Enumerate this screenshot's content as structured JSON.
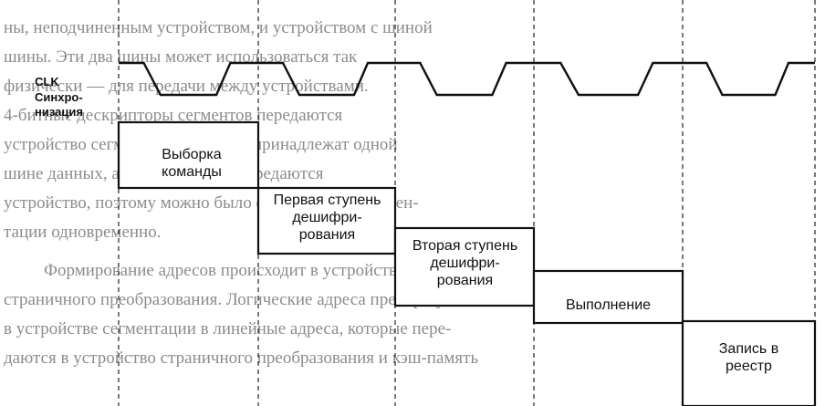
{
  "background_text": [
    "ны, неподчиненным устройством, и устройством с шиной",
    "шины. Эти два шины может использоваться так",
    "физически — для передачи между устройствами.",
    "4-битные дескрипторы сегментов передаются",
    "устройство сегментации. 32 бита принадлежат одной",
    "шине данных, а другие 32 бита передаются",
    "устройство, поэтому можно было от устройства сегмен-",
    "тации одновременно.",
    "Формирование адресов происходит в устройстве сегментации",
    "страничного преобразования. Логические адреса преобразуют-",
    "в устройстве сегментации в линейные адреса, которые пере-",
    "даются в устройство страничного преобразования и кэш-память"
  ],
  "clock": {
    "label_line1": "CLK",
    "label_line2": "Синхро-",
    "label_line3": "низация"
  },
  "stages": [
    {
      "lines": [
        "Выборка",
        "команды"
      ]
    },
    {
      "lines": [
        "Первая ступень",
        "дешифри-",
        "рования"
      ]
    },
    {
      "lines": [
        "Вторая ступень",
        "дешифри-",
        "рования"
      ]
    },
    {
      "lines": [
        "Выполнение"
      ]
    },
    {
      "lines": [
        "Запись в",
        "реестр"
      ]
    }
  ]
}
